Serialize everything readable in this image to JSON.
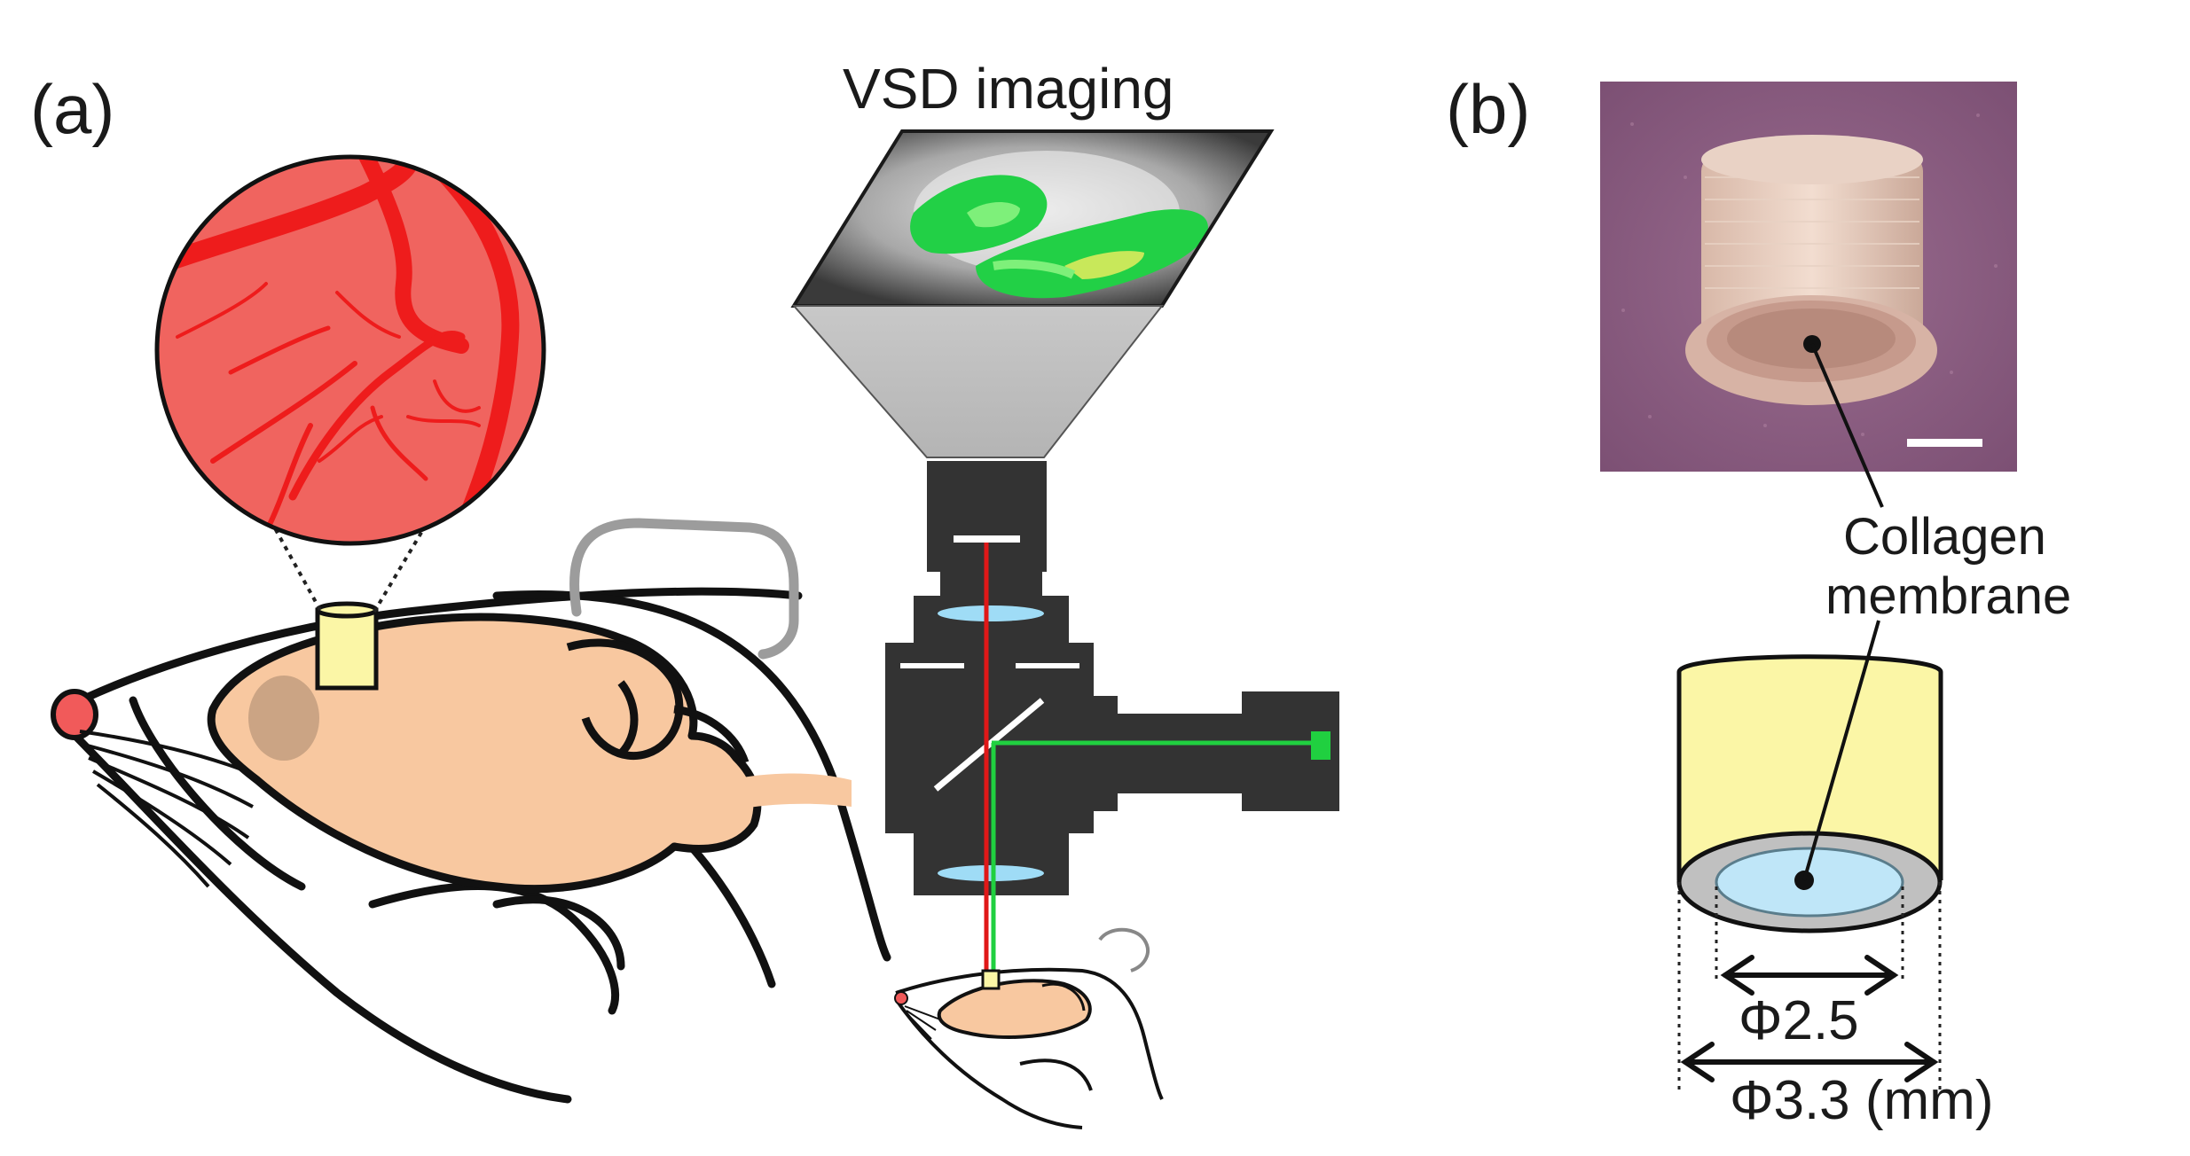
{
  "panels": {
    "a": {
      "label": "(a)"
    },
    "b": {
      "label": "(b)"
    }
  },
  "imaging": {
    "title": "VSD imaging"
  },
  "membrane": {
    "label_line1": "Collagen",
    "label_line2": "membrane"
  },
  "dimensions": {
    "inner": "Φ2.5",
    "outer": "Φ3.3 (mm)"
  },
  "colors": {
    "brain": "#f8c8a0",
    "vessel_bg": "#f0645f",
    "vessel": "#ee1c1c",
    "cylinder": "#fbf6a6",
    "membrane": "#bfe6f8",
    "green_light": "#20d040",
    "red_light": "#e01818",
    "microscope": "#333333",
    "photo_bg": "#8e5f83"
  }
}
